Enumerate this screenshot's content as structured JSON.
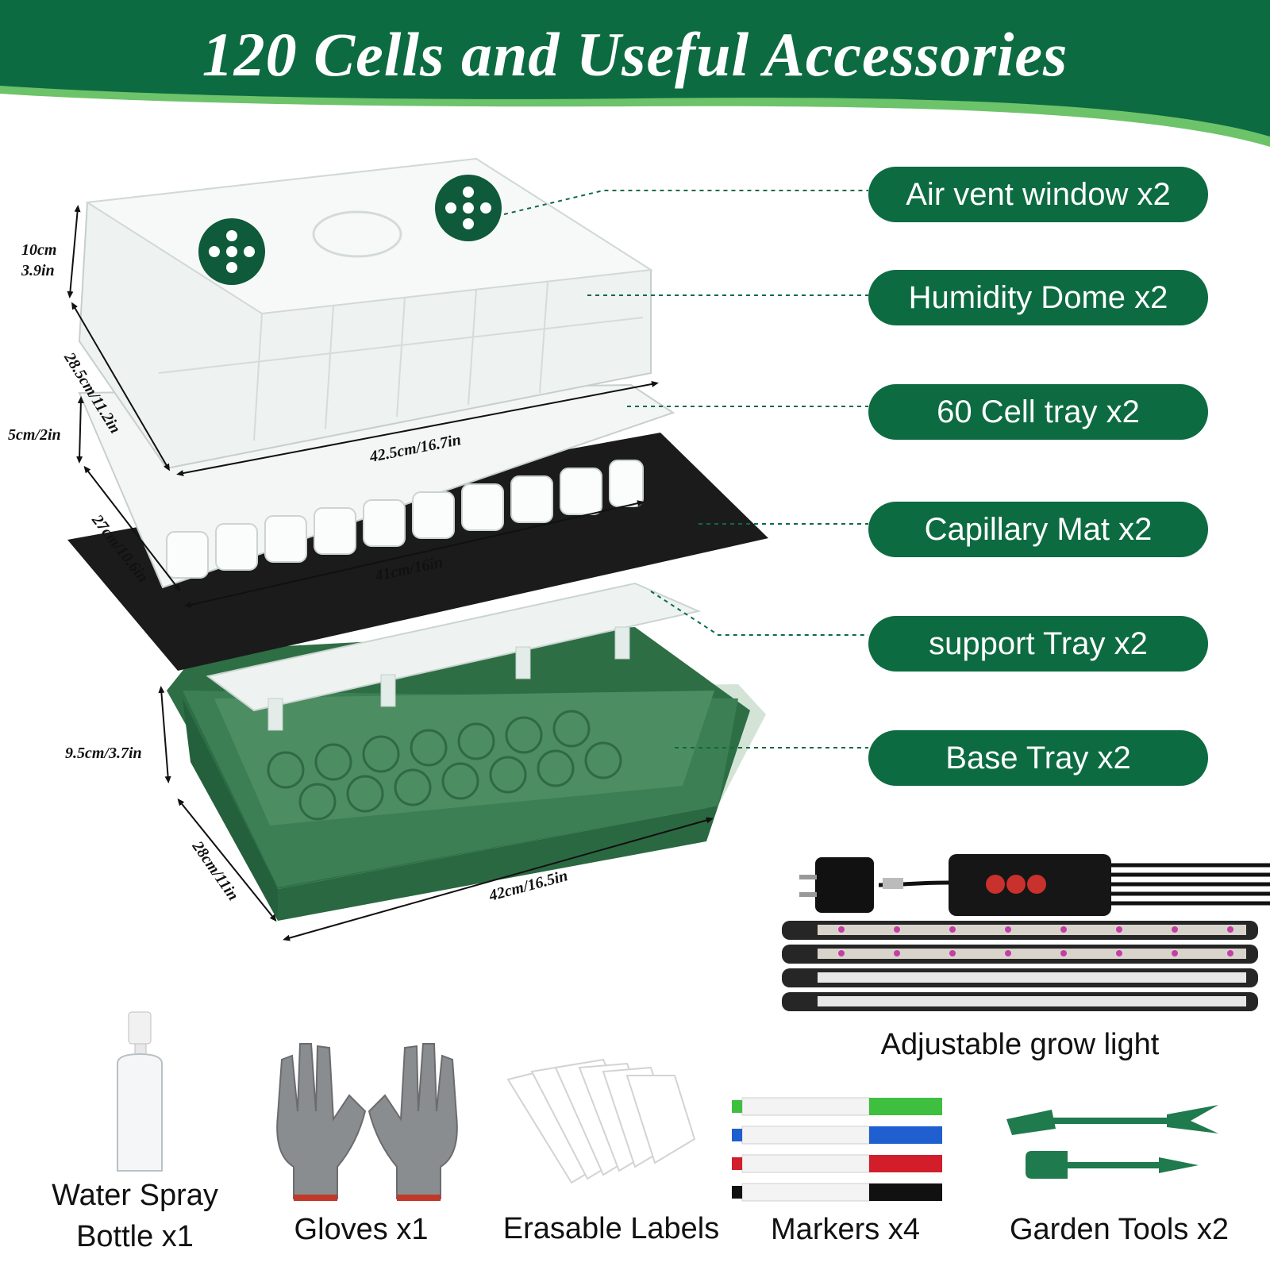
{
  "header": {
    "title": "120 Cells and Useful Accessories",
    "color": "#0d6b41",
    "accent": "#6cc36a"
  },
  "parts": [
    {
      "label": "Air vent window x2"
    },
    {
      "label": "Humidity Dome x2"
    },
    {
      "label": "60 Cell tray x2"
    },
    {
      "label": "Capillary Mat x2"
    },
    {
      "label": "support Tray x2"
    },
    {
      "label": "Base Tray x2"
    }
  ],
  "dimensions": {
    "dome_height": "10cm\n3.9in",
    "dome_width": "28.5cm/11.2in",
    "dome_length": "42.5cm/16.7in",
    "cell_height": "5cm/2in",
    "cell_width": "27cm/10.6in",
    "cell_length": "41cm/16in",
    "base_height": "9.5cm/3.7in",
    "base_width": "28cm/11in",
    "base_length": "42cm/16.5in"
  },
  "grow_light": {
    "label": "Adjustable grow light"
  },
  "accessories": [
    {
      "label": "Water Spray\nBottle x1",
      "icon": "spray-bottle-icon"
    },
    {
      "label": "Gloves x1",
      "icon": "gloves-icon"
    },
    {
      "label": "Erasable Labels",
      "icon": "labels-icon"
    },
    {
      "label": "Markers x4",
      "icon": "markers-icon"
    },
    {
      "label": "Garden Tools x2",
      "icon": "garden-tools-icon"
    }
  ],
  "marker_colors": [
    "#3fbf3f",
    "#1f5fcf",
    "#d21e2a",
    "#111111"
  ]
}
